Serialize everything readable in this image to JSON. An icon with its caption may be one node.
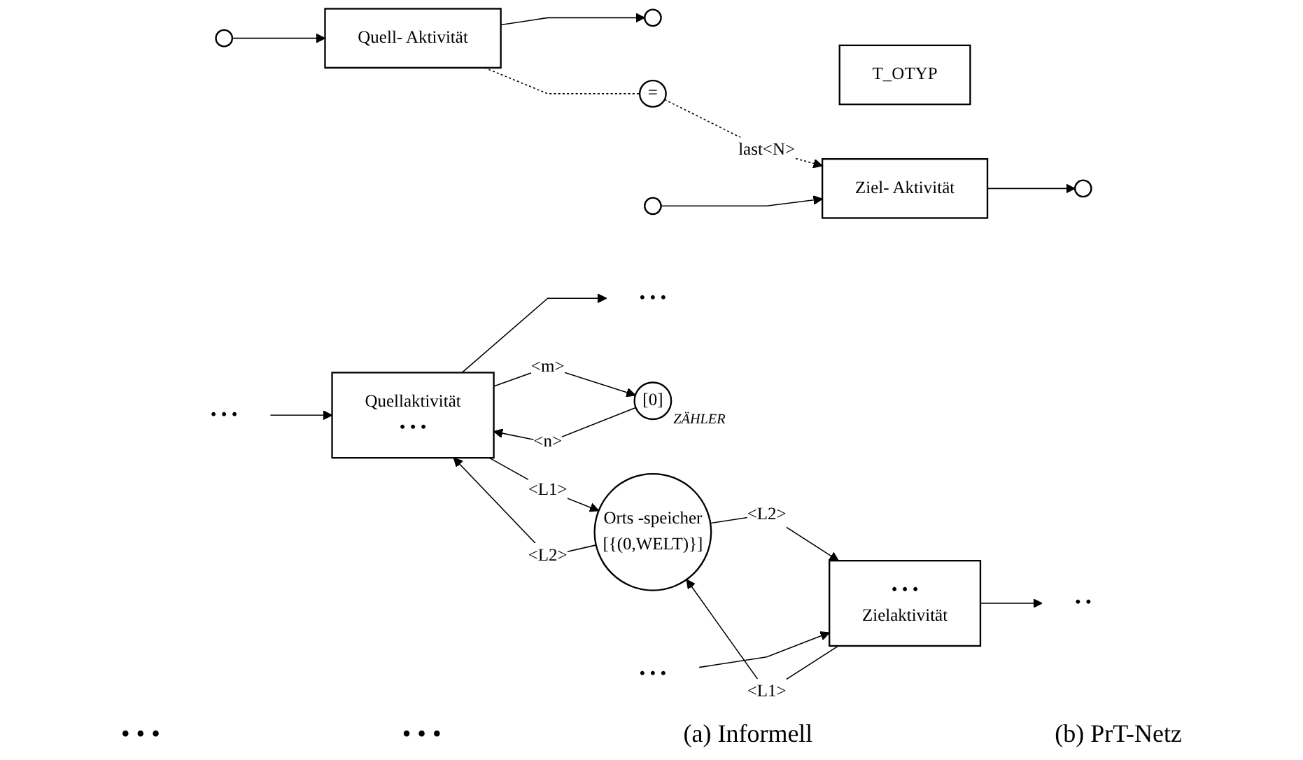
{
  "diagram": {
    "nodes": [
      {
        "text": [],
        "shape": "circle"
      },
      {
        "text": [
          "Quell- Aktivität"
        ]
      },
      {
        "text": [],
        "shape": "circle"
      },
      {
        "text": [
          "="
        ]
      },
      {
        "text": [
          "T_OTYP"
        ]
      },
      {
        "text": [],
        "shape": "circle"
      },
      {
        "text": [
          "Ziel- Aktivität"
        ]
      },
      {
        "text": [],
        "shape": "circle"
      },
      {
        "text": [
          "• • •"
        ]
      },
      {
        "text": [
          "Quellaktivität",
          "• • •"
        ]
      },
      {
        "text": [
          "• • •"
        ]
      },
      {
        "text": [
          "[0]"
        ],
        "beside": [
          "ZÄHLER"
        ]
      },
      {
        "text": [
          "Orts -speicher",
          "[{(0,WELT)}]"
        ]
      },
      {
        "text": [
          "• • •"
        ]
      },
      {
        "text": [
          "• • •",
          "Zielaktivität"
        ]
      },
      {
        "text": [
          "• •"
        ]
      }
    ],
    "edges": [
      {
        "from": 0,
        "to": 1,
        "arrow": "to"
      },
      {
        "from": 1,
        "to": 2,
        "arrow": "to"
      },
      {
        "from": 1,
        "to": 3,
        "arrow": "none",
        "style": "dashed"
      },
      {
        "from": 3,
        "to": 6,
        "arrow": "to",
        "style": "dashed",
        "label": "last<N>"
      },
      {
        "from": 5,
        "to": 6,
        "arrow": "to"
      },
      {
        "from": 6,
        "to": 7,
        "arrow": "to"
      },
      {
        "from": 8,
        "to": 9,
        "arrow": "to"
      },
      {
        "from": 9,
        "to": 10,
        "arrow": "to"
      },
      {
        "from": 9,
        "to": 11,
        "arrow": "to",
        "label": "<m>"
      },
      {
        "from": 11,
        "to": 9,
        "arrow": "to",
        "label": "<n>"
      },
      {
        "from": 9,
        "to": 12,
        "arrow": "to",
        "label": "<L1>"
      },
      {
        "from": 12,
        "to": 9,
        "arrow": "to",
        "label": "<L2>"
      },
      {
        "from": 14,
        "to": 12,
        "arrow": "to",
        "label": "<L1>"
      },
      {
        "from": 12,
        "to": 14,
        "arrow": "to",
        "label": "<L2>"
      },
      {
        "from": 13,
        "to": 14,
        "arrow": "to"
      },
      {
        "from": 14,
        "to": 15,
        "arrow": "to"
      }
    ],
    "labels": [
      "• • •",
      "• • •",
      "(a) Informell",
      "(b) PrT-Netz"
    ]
  }
}
